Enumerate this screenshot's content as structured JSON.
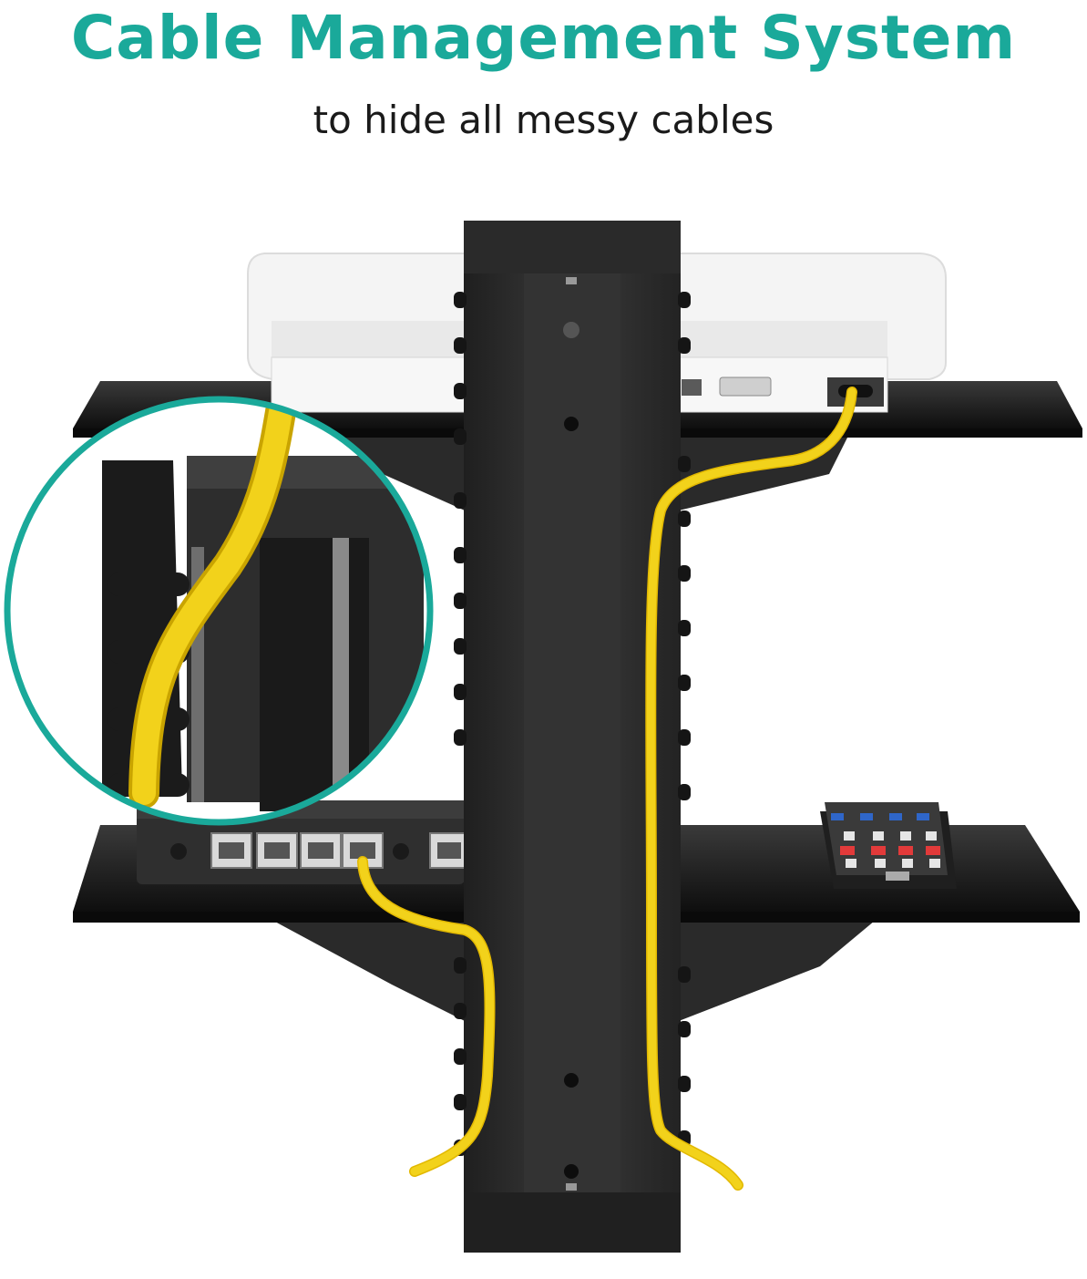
{
  "header": {
    "title": "Cable Management System",
    "subtitle": "to hide all messy cables"
  },
  "colors": {
    "title": "#1aa99a",
    "subtitle": "#1a1a1a",
    "cable": "#f2d21b",
    "pole": "#2b2b2b",
    "shelf_glass": "#151515",
    "router": "#2f2f2f",
    "device": "#f3f3f3",
    "zoom_ring": "#1aa99a"
  },
  "illustration": {
    "subject": "wall-mounted-media-shelf",
    "shelves": 2,
    "cables": 2,
    "icons": [
      "media-shelf-pole",
      "glass-shelf",
      "set-top-box",
      "network-router",
      "remote-control",
      "yellow-cable",
      "zoom-callout-circle"
    ]
  }
}
